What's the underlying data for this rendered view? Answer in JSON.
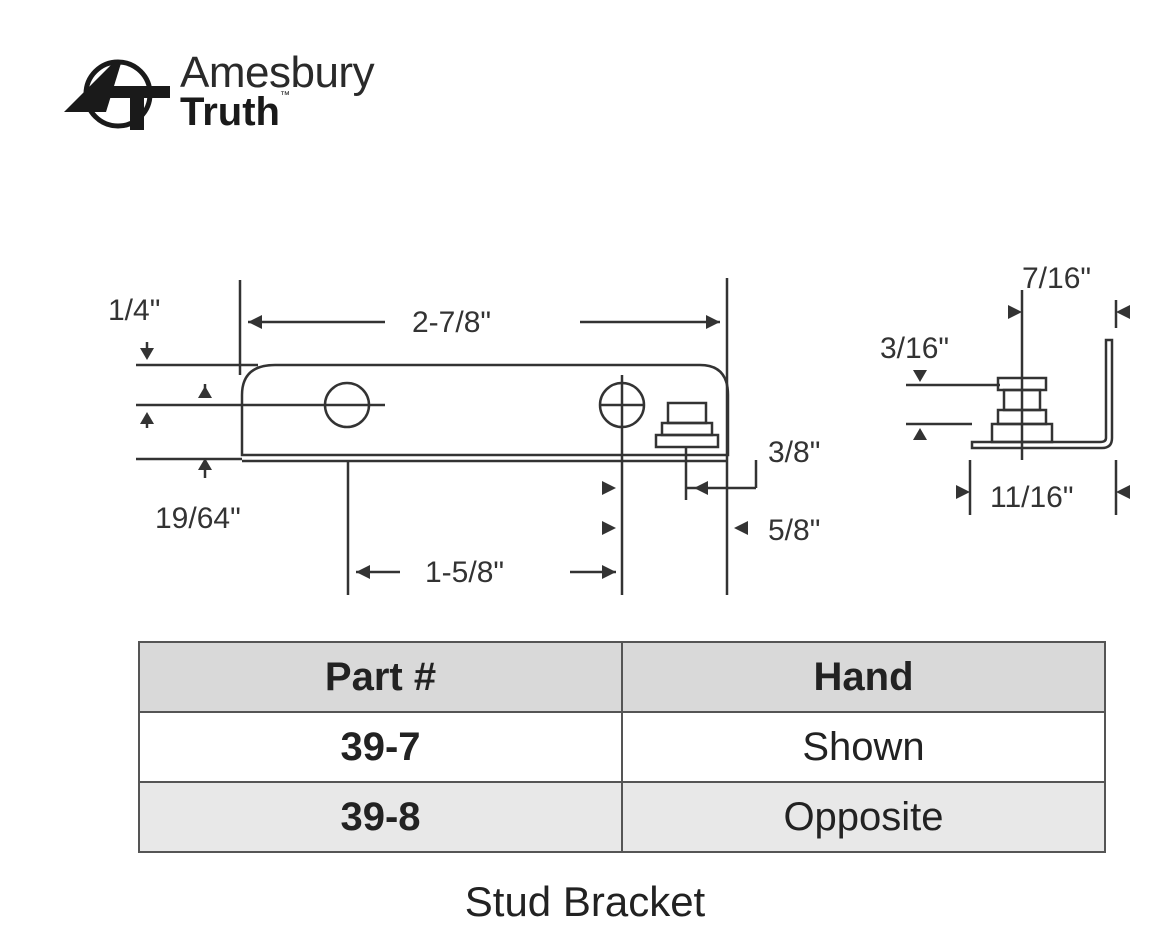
{
  "brand": {
    "line1": "Amesbury",
    "line2": "Truth",
    "tm": "™",
    "logo_icon": "amesbury-truth-logo-mark"
  },
  "drawing": {
    "dimensions": {
      "overall_length": "2-7/8\"",
      "top_offset": "1/4\"",
      "bottom_offset": "19/64\"",
      "hole_spacing": "1-5/8\"",
      "stud_offset": "3/8\"",
      "end_offset": "5/8\"",
      "side_height": "7/16\"",
      "side_thickness": "3/16\"",
      "side_width": "11/16\""
    }
  },
  "table": {
    "headers": [
      "Part #",
      "Hand"
    ],
    "rows": [
      {
        "part": "39-7",
        "hand": "Shown"
      },
      {
        "part": "39-8",
        "hand": "Opposite"
      }
    ]
  },
  "caption": "Stud Bracket"
}
